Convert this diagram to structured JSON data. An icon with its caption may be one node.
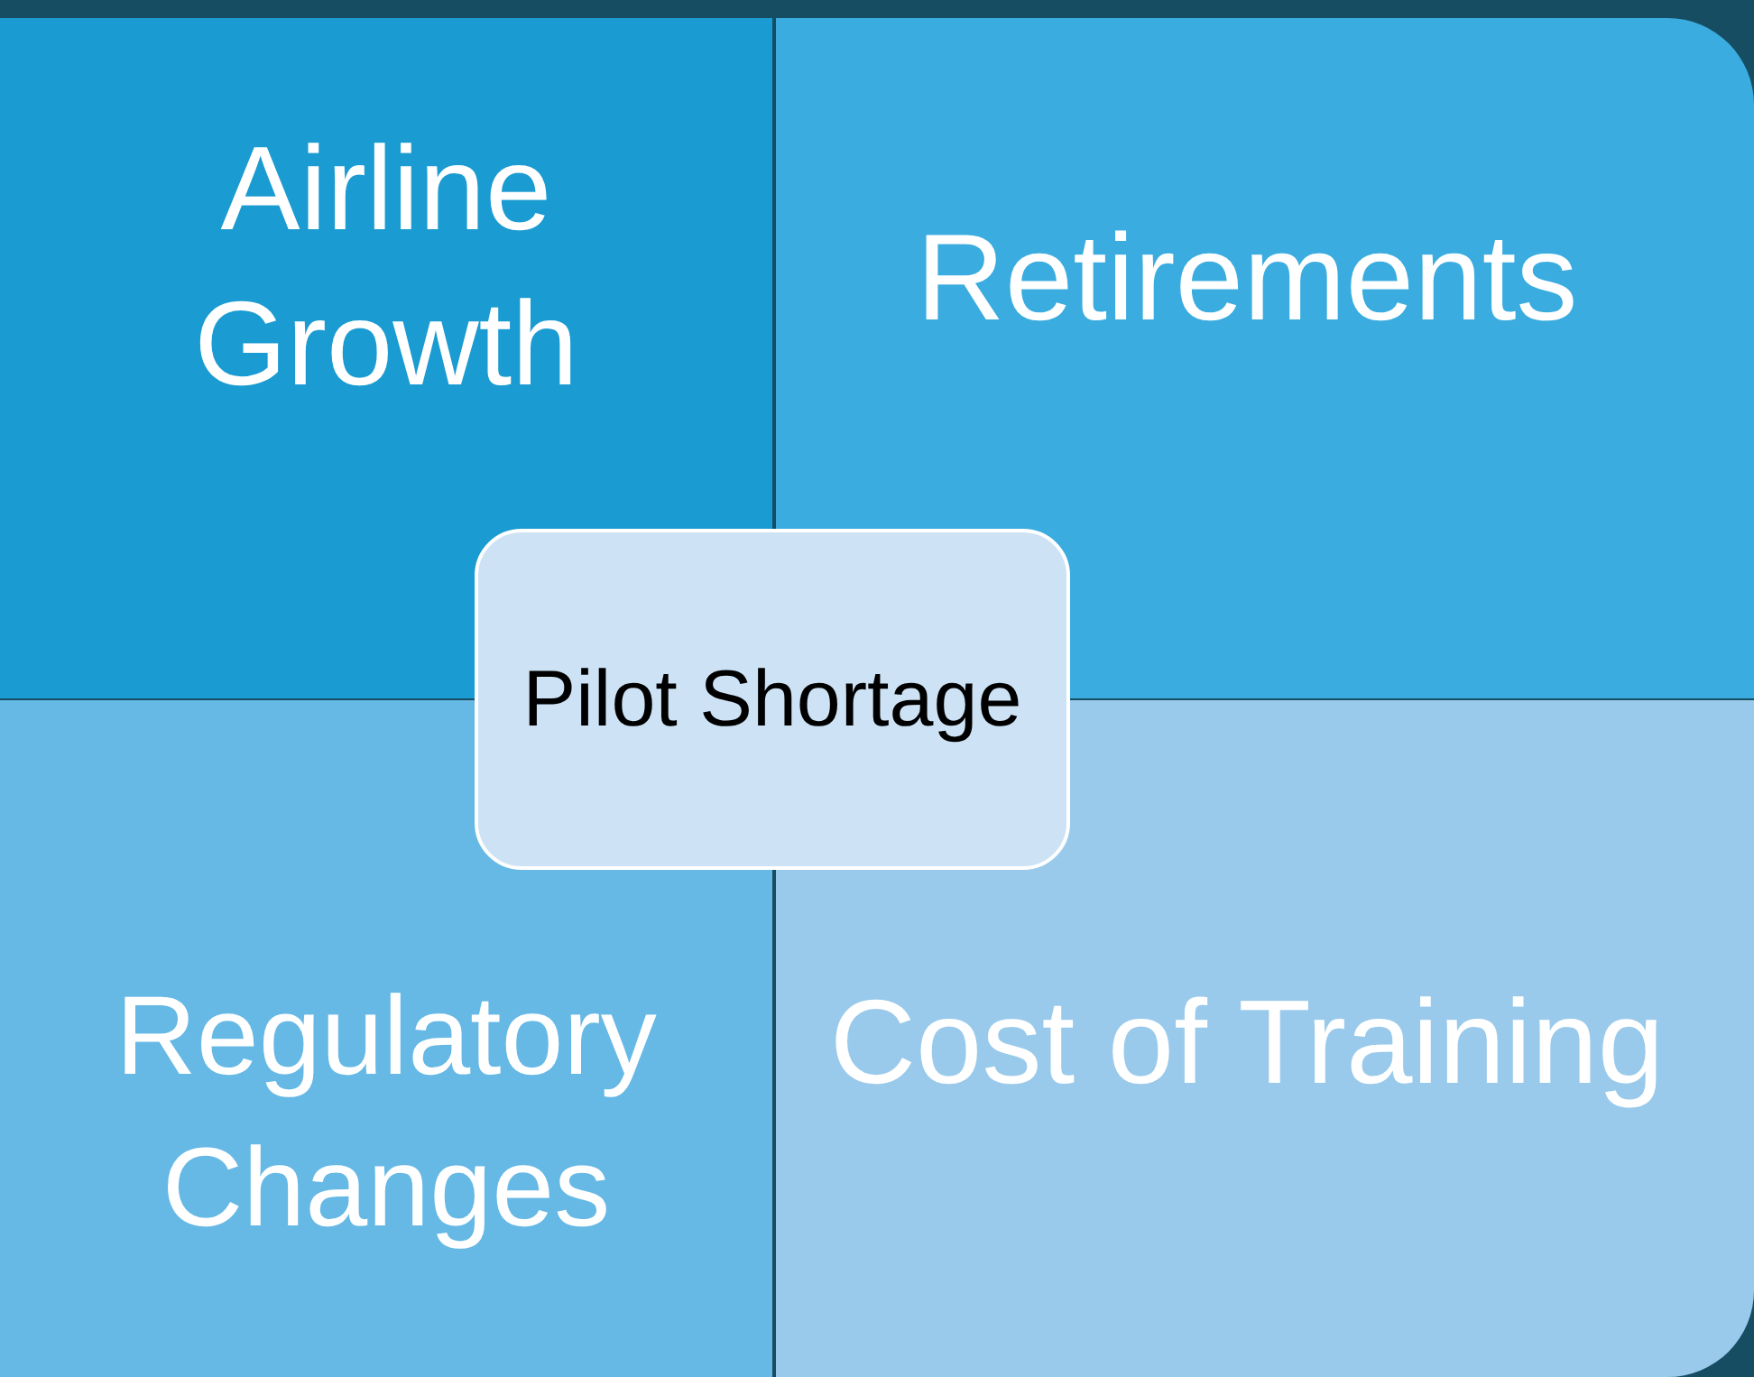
{
  "diagram": {
    "nodes": [
      {
        "text": [
          "Airline Growth"
        ]
      },
      {
        "text": [
          "Retirements"
        ]
      },
      {
        "text": [
          "Regulatory Changes"
        ]
      },
      {
        "text": [
          "Cost of Training"
        ]
      },
      {
        "text": [
          "Pilot Shortage"
        ]
      }
    ]
  }
}
